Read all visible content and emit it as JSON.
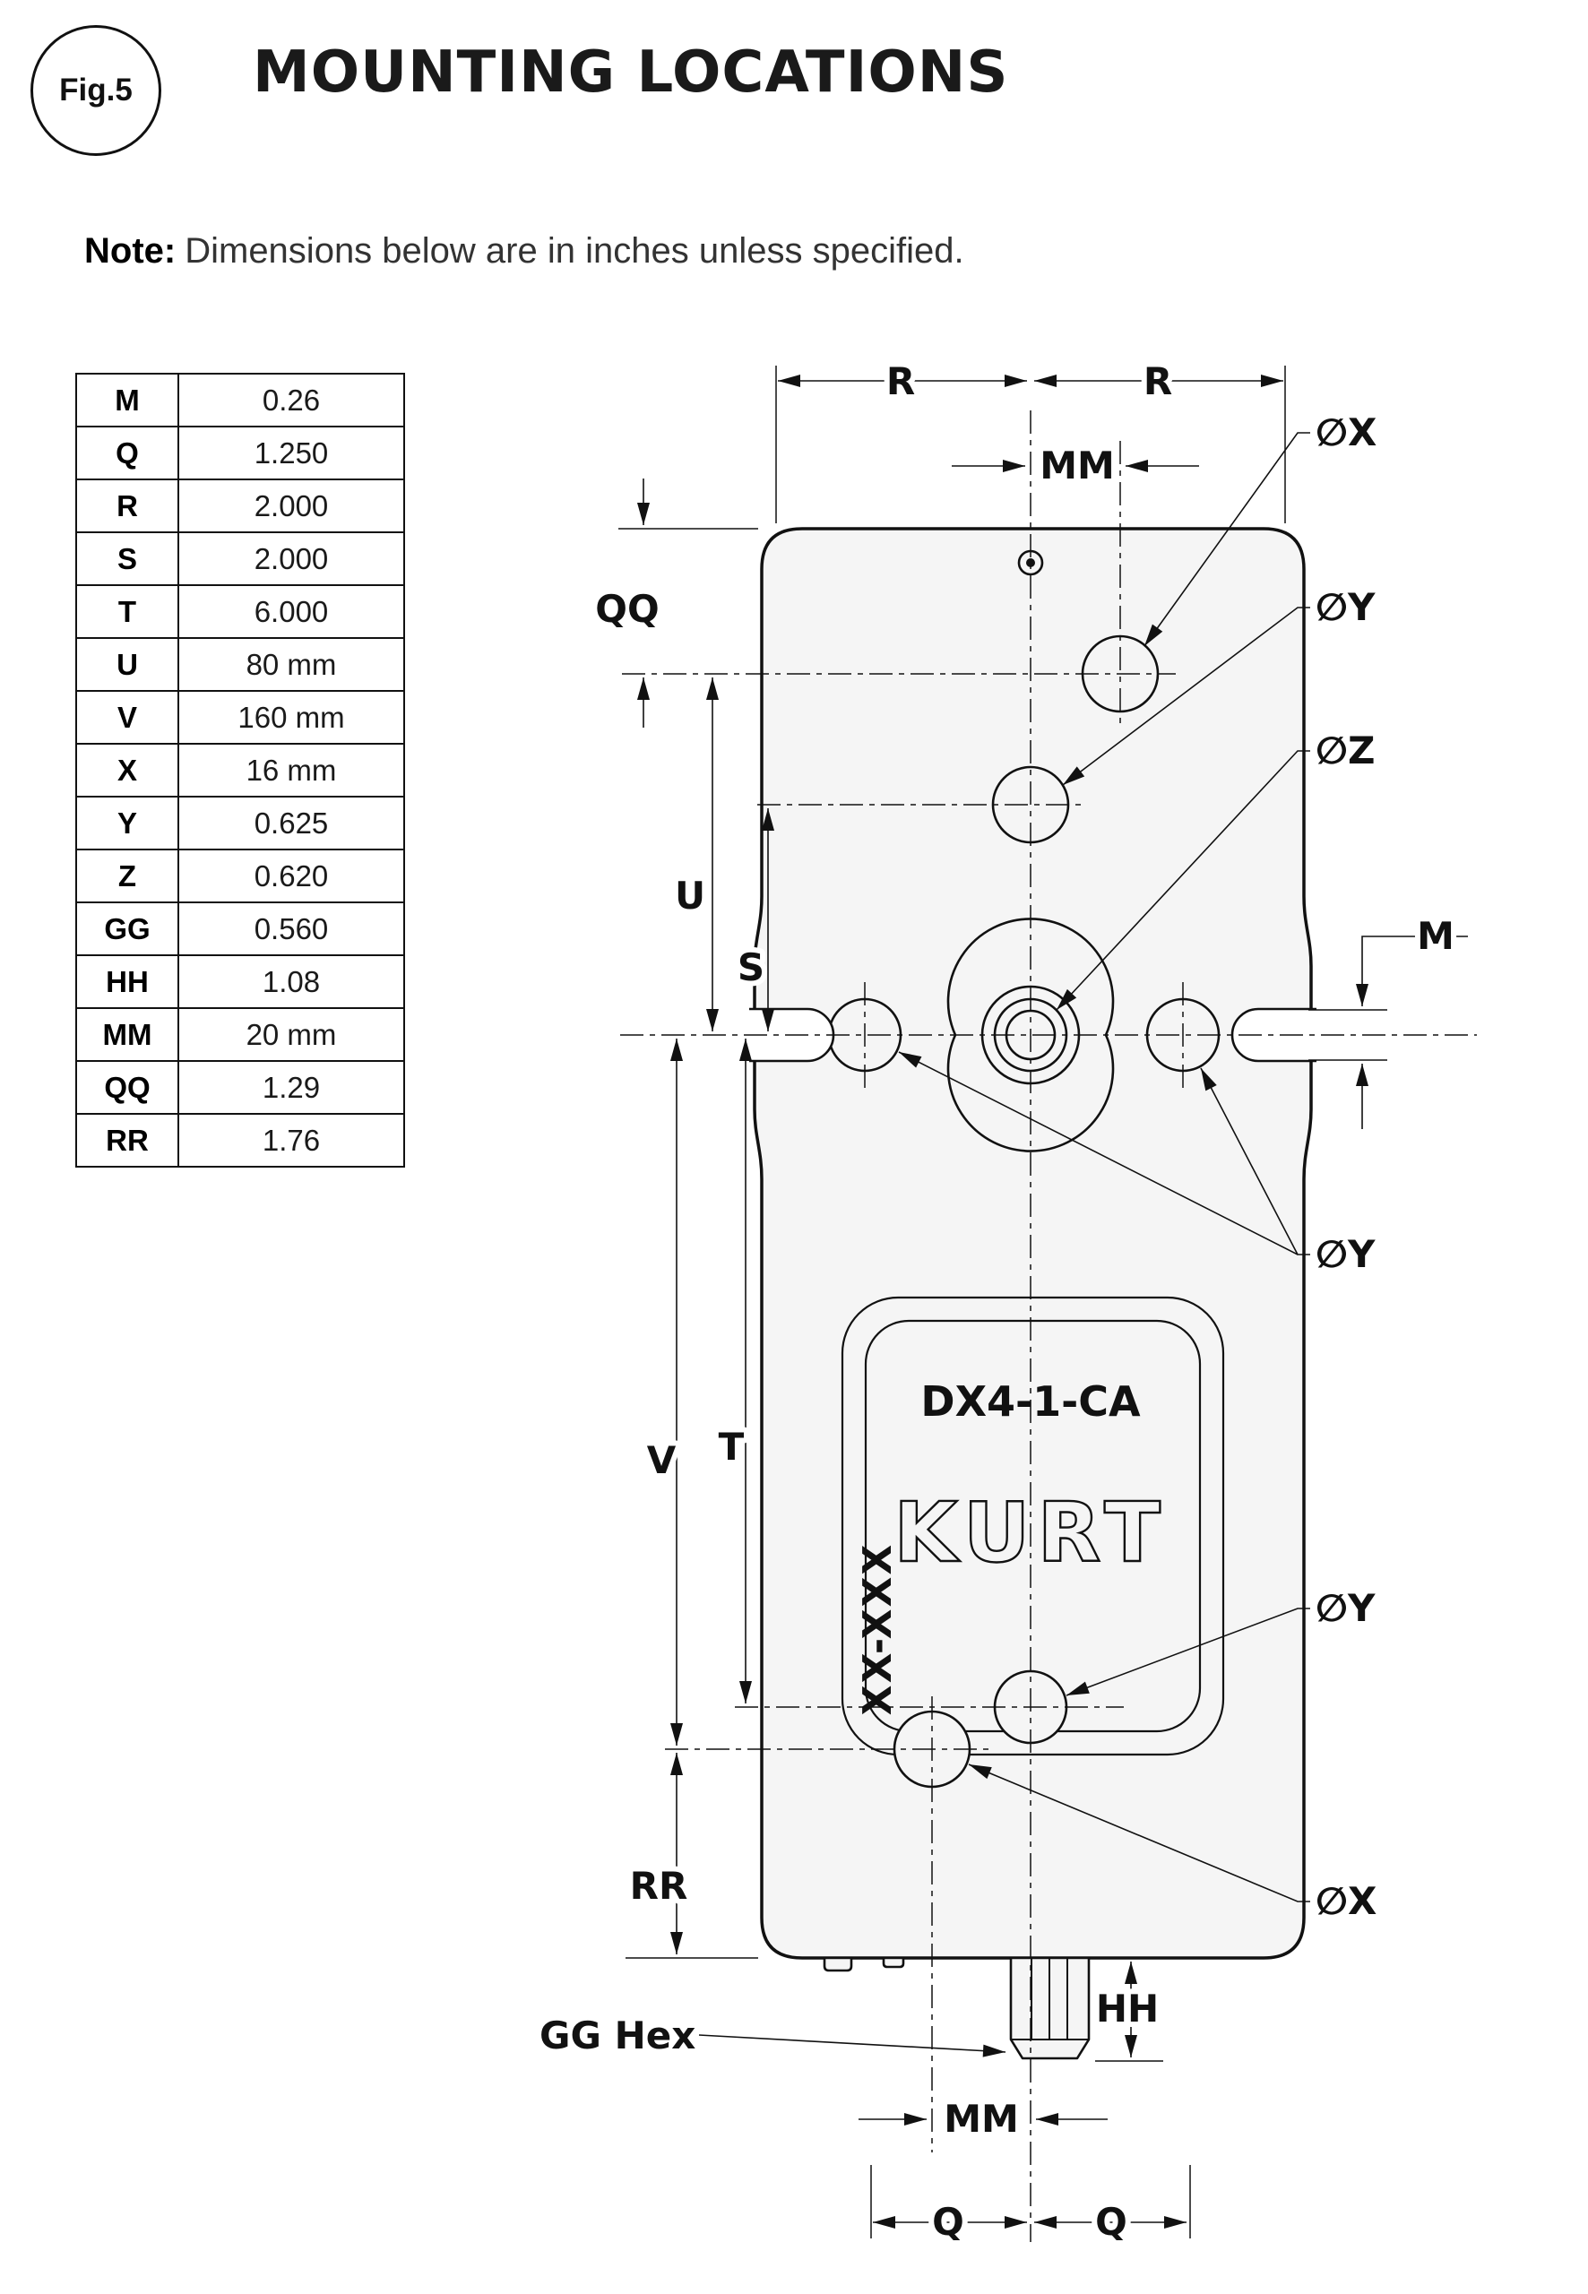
{
  "figure": {
    "badge": "Fig.5",
    "title": "MOUNTING LOCATIONS",
    "note_label": "Note:",
    "note_text": "Dimensions below are in inches unless specified."
  },
  "dim_table": {
    "rows": [
      {
        "label": "M",
        "value": "0.26"
      },
      {
        "label": "Q",
        "value": "1.250"
      },
      {
        "label": "R",
        "value": "2.000"
      },
      {
        "label": "S",
        "value": "2.000"
      },
      {
        "label": "T",
        "value": "6.000"
      },
      {
        "label": "U",
        "value": "80 mm"
      },
      {
        "label": "V",
        "value": "160 mm"
      },
      {
        "label": "X",
        "value": "16 mm"
      },
      {
        "label": "Y",
        "value": "0.625"
      },
      {
        "label": "Z",
        "value": "0.620"
      },
      {
        "label": "GG",
        "value": "0.560"
      },
      {
        "label": "HH",
        "value": "1.08"
      },
      {
        "label": "MM",
        "value": "20 mm"
      },
      {
        "label": "QQ",
        "value": "1.29"
      },
      {
        "label": "RR",
        "value": "1.76"
      }
    ]
  },
  "drawing": {
    "part_number": "DX4-1-CA",
    "brand": "KURT",
    "serial_marking": "XX-XXX",
    "dim_labels": {
      "r_left": "R",
      "r_right": "R",
      "mm_top": "MM",
      "qq": "QQ",
      "u": "U",
      "s": "S",
      "t": "T",
      "v": "V",
      "m": "M",
      "rr": "RR",
      "hh": "HH",
      "mm_bottom": "MM",
      "q_left": "Q",
      "q_right": "Q",
      "gg_hex": "GG Hex"
    },
    "hole_callouts": {
      "dia_x_top": "∅X",
      "dia_y_top": "∅Y",
      "dia_z": "∅Z",
      "dia_y_mid": "∅Y",
      "dia_y_bottom": "∅Y",
      "dia_x_bottom": "∅X"
    }
  }
}
